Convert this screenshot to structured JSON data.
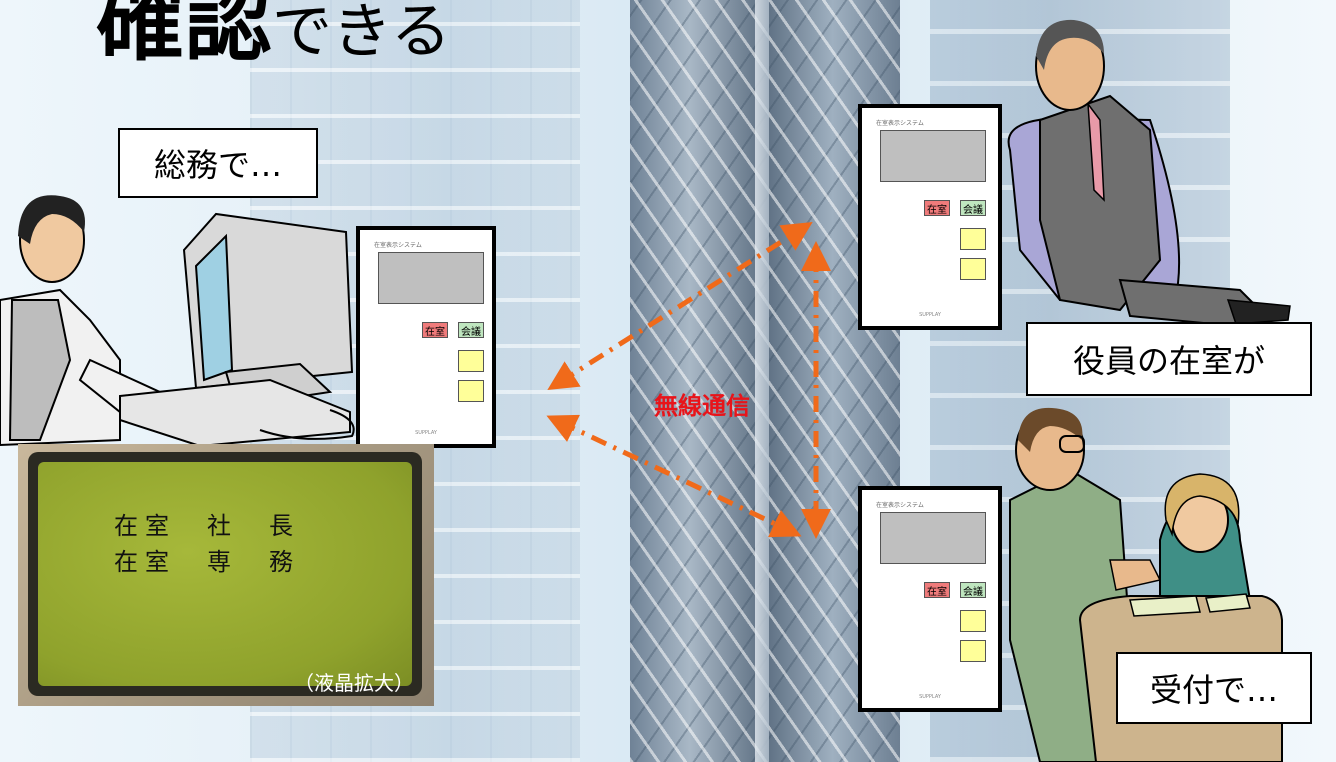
{
  "heading": {
    "bold_text": "確認",
    "rest_text": "できる"
  },
  "callouts": {
    "general_affairs": "総務で…",
    "executive_presence": "役員の在室が",
    "reception": "受付で…"
  },
  "device": {
    "title": "在室表示システム",
    "button_present": "在室",
    "button_meeting": "会議",
    "footer": "SUPPLAY"
  },
  "lcd": {
    "line1": "在室　社　長",
    "line2": "在室　専　務",
    "caption": "（液晶拡大）"
  },
  "wireless_label": "無線通信",
  "colors": {
    "arrow": "#f06a1a",
    "wireless_text": "#e8141a",
    "present_button": "#ef7b7b",
    "meeting_button": "#bfe6bf",
    "indicator": "#ffff99"
  }
}
